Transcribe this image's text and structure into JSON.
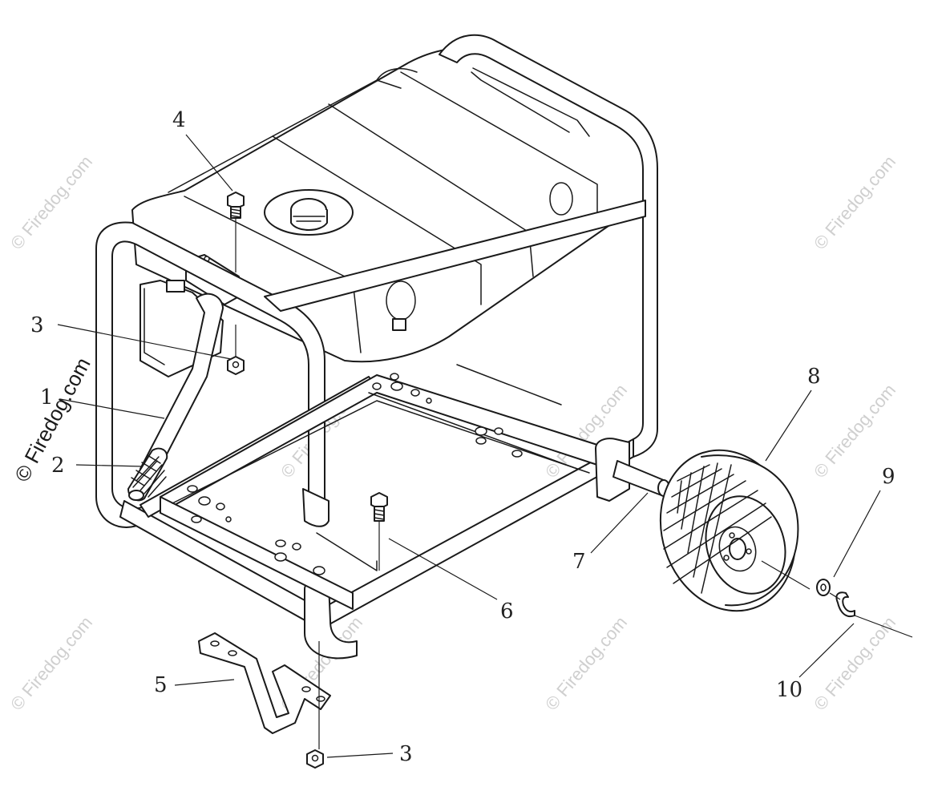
{
  "diagram": {
    "callouts": [
      "1",
      "2",
      "3",
      "4",
      "5",
      "6",
      "7",
      "8",
      "9",
      "10",
      "3"
    ],
    "watermark": "© Firedog.com"
  },
  "colors": {
    "line": "#1a1a1a",
    "background": "#ffffff",
    "watermark": "#cfcfcf"
  }
}
